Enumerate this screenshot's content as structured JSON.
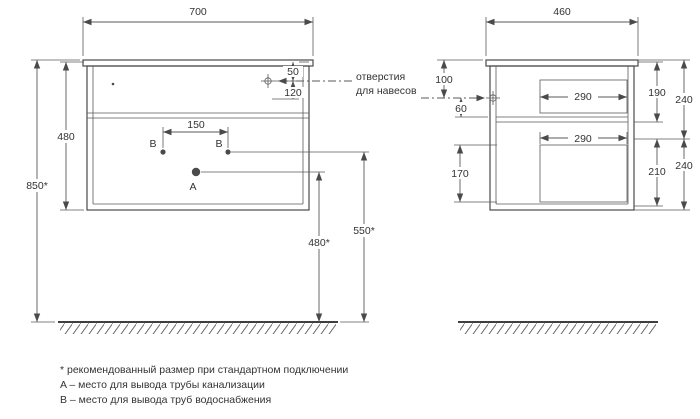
{
  "front_view": {
    "width": "700",
    "total_height": "850*",
    "cabinet_height": "480",
    "hole_offset_1": "50",
    "hole_offset_2": "120",
    "points_span": "150",
    "point_a": "A",
    "point_b_left": "B",
    "point_b_right": "B",
    "drain_outlet_height": "480*",
    "supply_outlet_height": "550*"
  },
  "side_view": {
    "depth": "460",
    "hole_from_top": "100",
    "hole_to_shelf": "60",
    "upper_drawer_depth": "290",
    "lower_drawer_depth": "290",
    "upper_front_height": "190",
    "upper_section_height": "240",
    "lower_front_height": "210",
    "lower_section_height": "240",
    "lower_inner_height": "170"
  },
  "notes": {
    "hanger_holes_line1": "отверстия",
    "hanger_holes_line2": "для навесов"
  },
  "footnotes": {
    "recommended": "* рекомендованный размер при стандартном подключении",
    "point_a": "A – место для вывода трубы канализации",
    "point_b": "B – место для вывода труб водоснабжения"
  }
}
